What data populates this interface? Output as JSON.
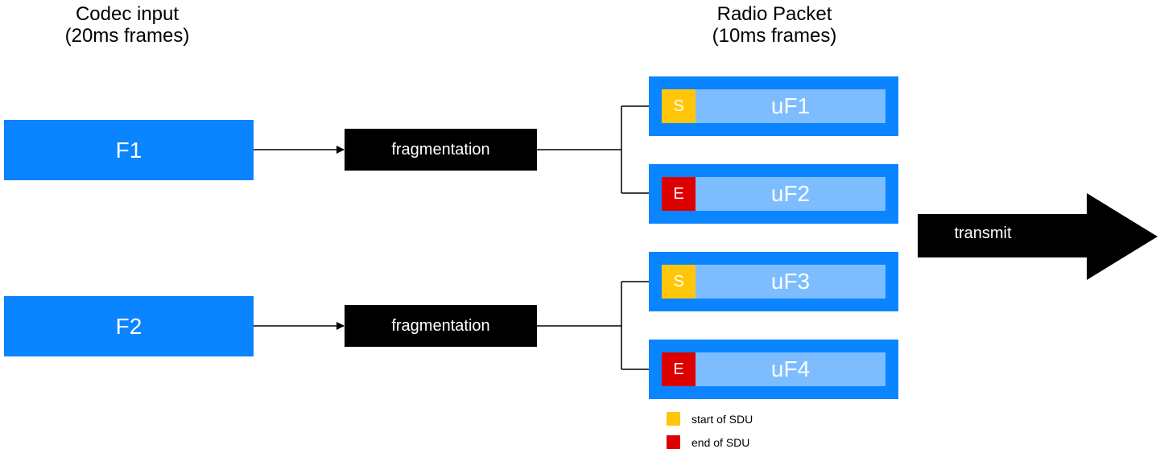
{
  "headers": {
    "codec": {
      "line1": "Codec input",
      "line2": "(20ms frames)"
    },
    "radio": {
      "line1": "Radio Packet",
      "line2": "(10ms frames)"
    }
  },
  "frames": [
    {
      "label": "F1"
    },
    {
      "label": "F2"
    }
  ],
  "fragmentation": [
    {
      "label": "fragmentation"
    },
    {
      "label": "fragmentation"
    }
  ],
  "packets": [
    {
      "flag": "S",
      "label": "uF1",
      "flag_color": "#ffc60a"
    },
    {
      "flag": "E",
      "label": "uF2",
      "flag_color": "#dd0000"
    },
    {
      "flag": "S",
      "label": "uF3",
      "flag_color": "#ffc60a"
    },
    {
      "flag": "E",
      "label": "uF4",
      "flag_color": "#dd0000"
    }
  ],
  "transmit": {
    "label": "transmit"
  },
  "legend": [
    {
      "label": "start of SDU",
      "color": "#ffc60a"
    },
    {
      "label": "end of SDU",
      "color": "#dd0000"
    }
  ],
  "colors": {
    "frame_blue": "#0a84ff",
    "packet_light_blue": "#7dbdff",
    "start_yellow": "#ffc60a",
    "end_red": "#dd0000"
  }
}
